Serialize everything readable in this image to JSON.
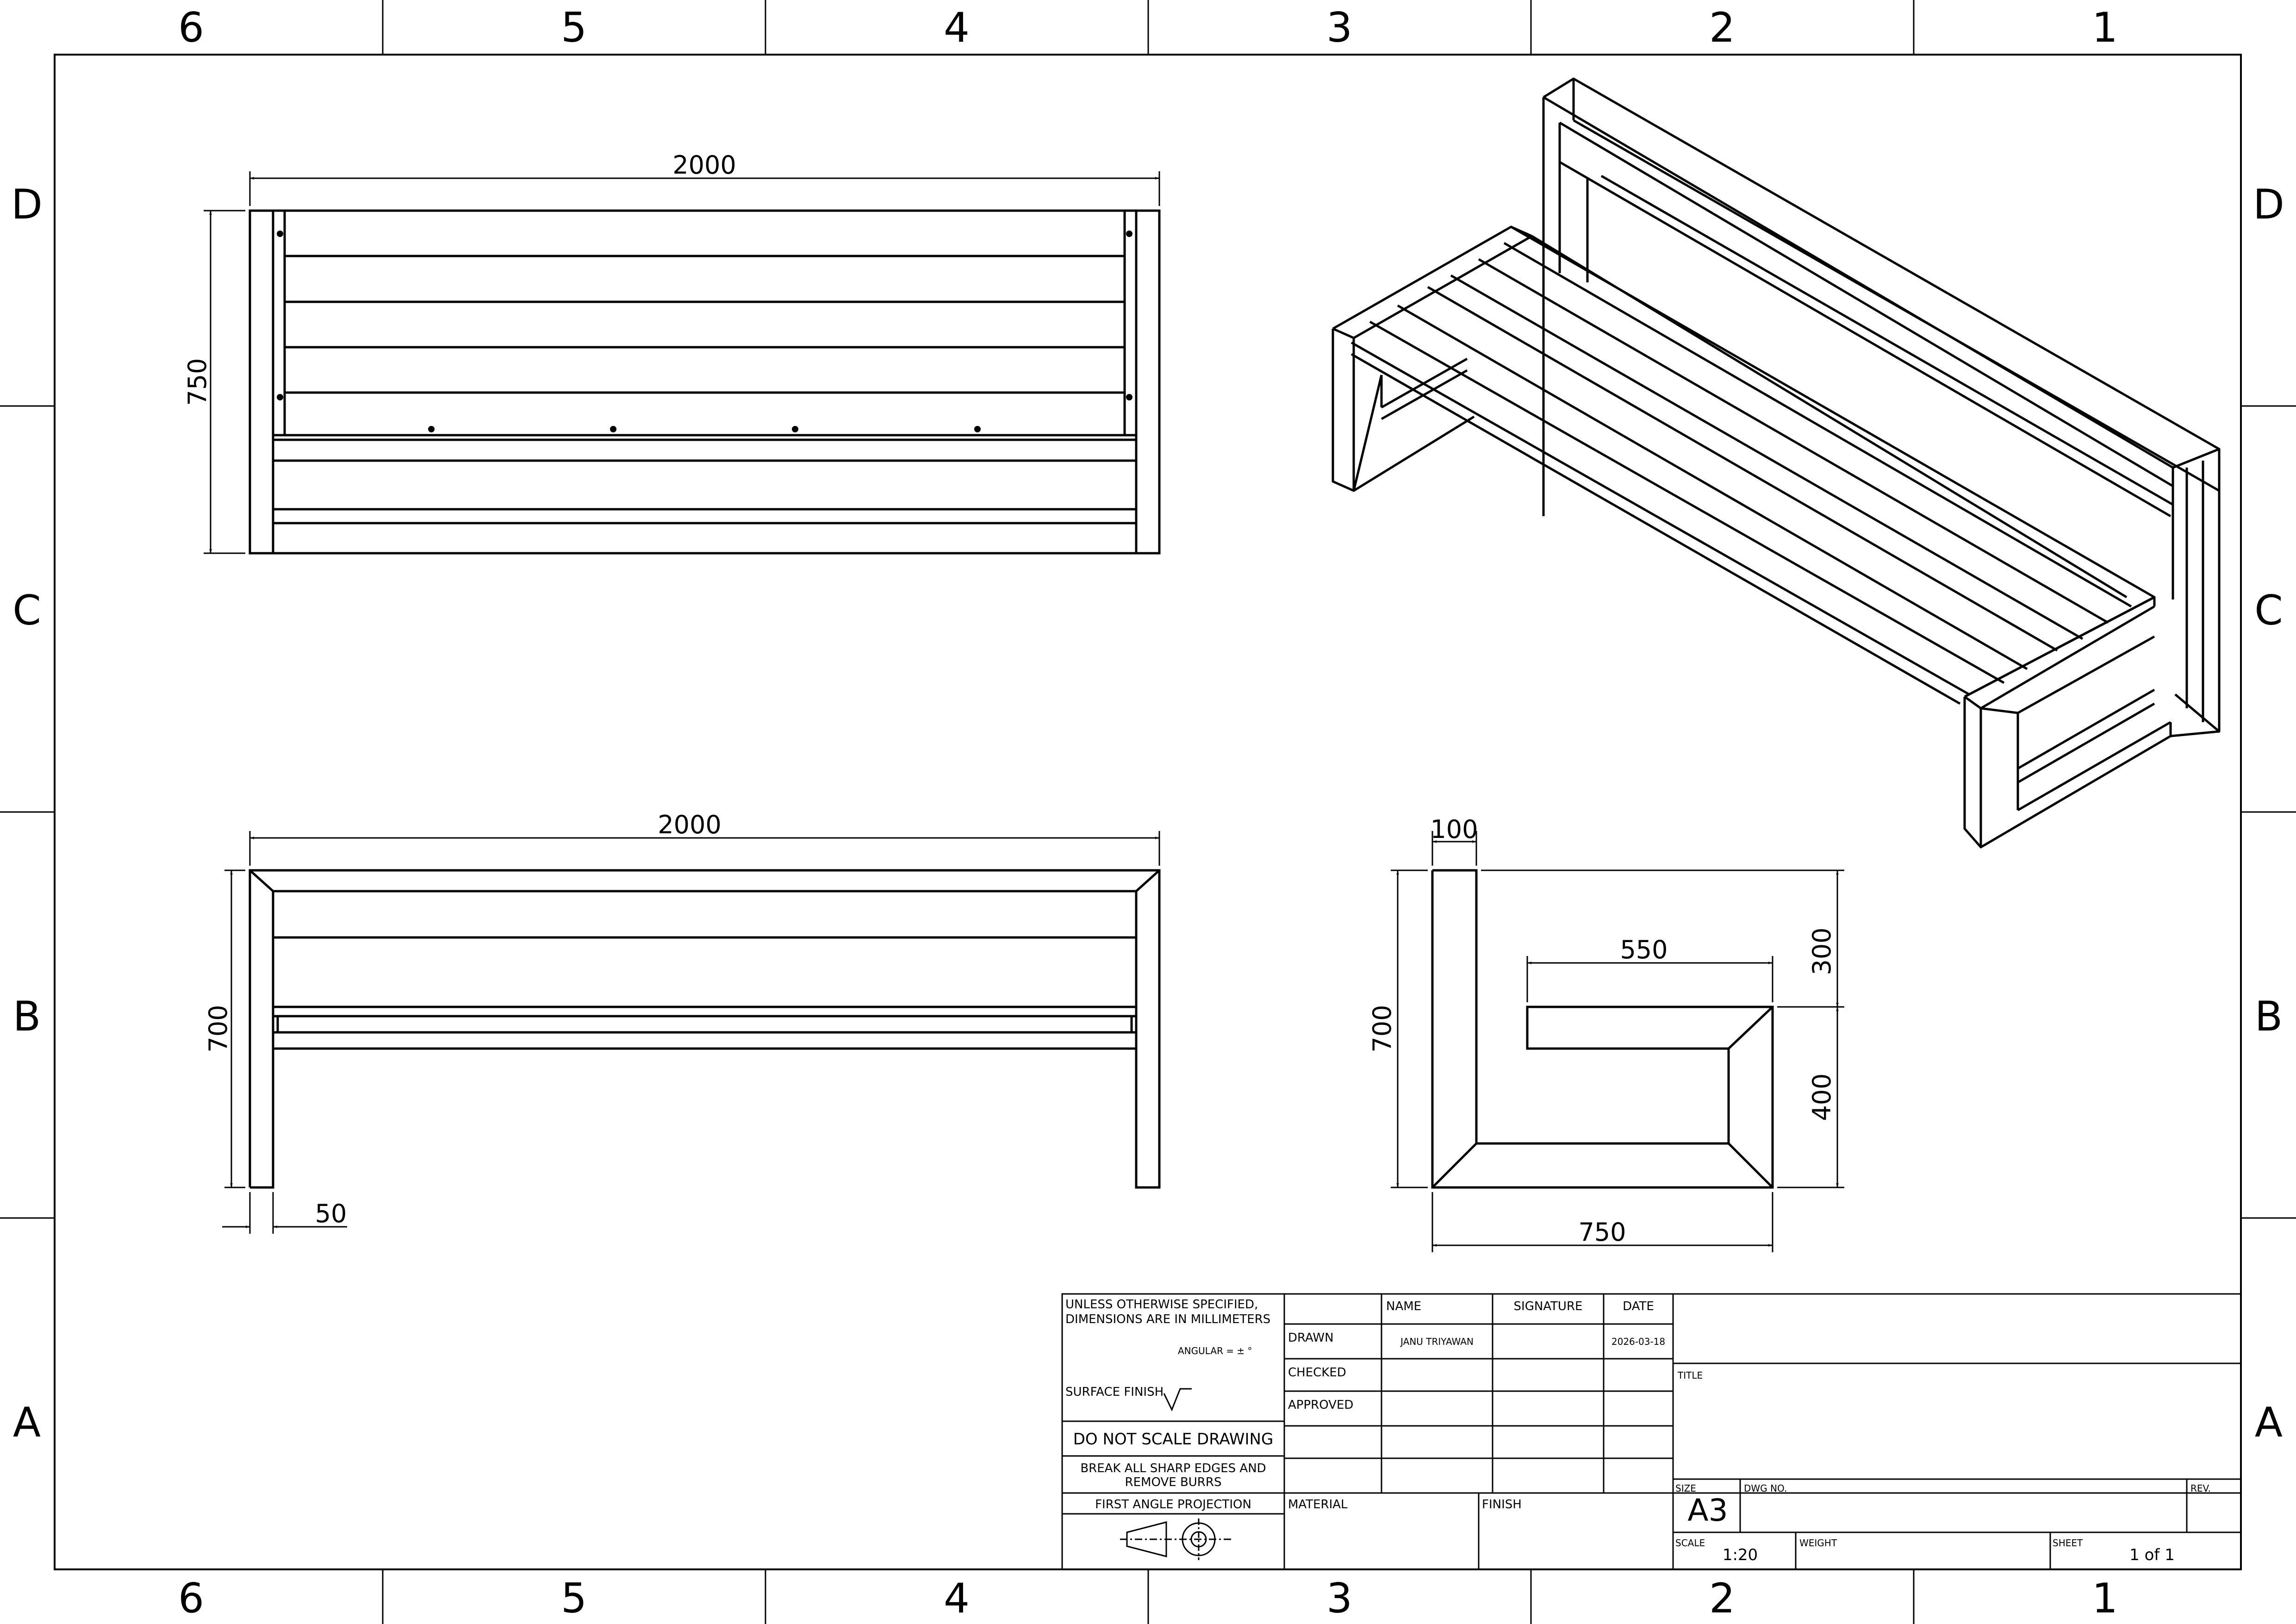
{
  "sheet": {
    "columns": [
      "6",
      "5",
      "4",
      "3",
      "2",
      "1"
    ],
    "rows": [
      "D",
      "C",
      "B",
      "A"
    ]
  },
  "dimensions": {
    "front_width": "2000",
    "front_height": "750",
    "side_width": "2000",
    "side_height": "700",
    "leg_thickness": "50",
    "end_top": "100",
    "end_height": "700",
    "end_seat_depth": "550",
    "end_back_height": "300",
    "end_seat_height": "400",
    "end_width": "750"
  },
  "title_block": {
    "notes_line1": "UNLESS OTHERWISE SPECIFIED,",
    "notes_line2": "DIMENSIONS ARE IN MILLIMETERS",
    "angular": "ANGULAR = ± °",
    "surface_finish": "SURFACE FINISH",
    "do_not_scale": "DO NOT SCALE DRAWING",
    "break_edges_line1": "BREAK ALL SHARP EDGES AND",
    "break_edges_line2": "REMOVE BURRS",
    "projection": "FIRST ANGLE PROJECTION",
    "col_name": "NAME",
    "col_signature": "SIGNATURE",
    "col_date": "DATE",
    "row_drawn": "DRAWN",
    "row_checked": "CHECKED",
    "row_approved": "APPROVED",
    "drawn_name": "JANU TRIYAWAN",
    "drawn_date": "2026-03-18",
    "material_label": "MATERIAL",
    "finish_label": "FINISH",
    "title_label": "TITLE",
    "size_label": "SIZE",
    "size_value": "A3",
    "dwg_no_label": "DWG NO.",
    "rev_label": "REV.",
    "scale_label": "SCALE",
    "scale_value": "1:20",
    "weight_label": "WEIGHT",
    "sheet_label": "SHEET",
    "sheet_value": "1 of 1"
  }
}
